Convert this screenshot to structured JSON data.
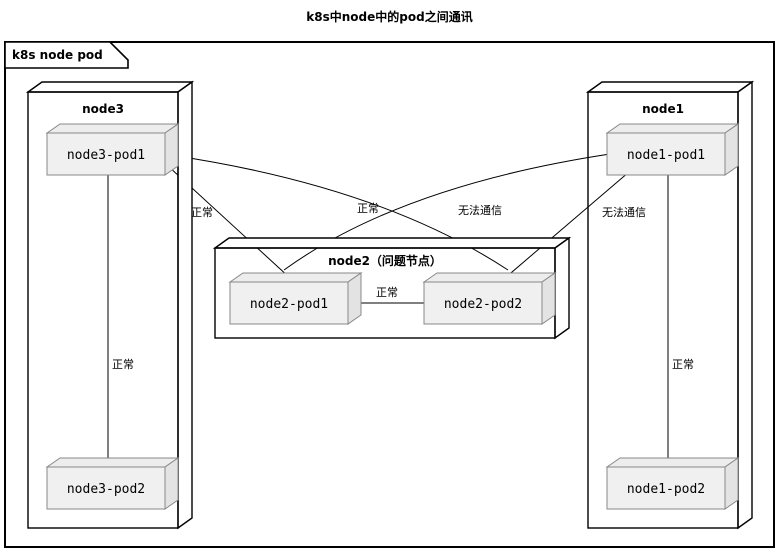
{
  "diagram": {
    "title": "k8s中node中的pod之间通讯",
    "frame_label": "k8s node pod",
    "colors": {
      "stroke": "#000000",
      "node_fill": "#ffffff",
      "pod_fill": "#f0f0f0",
      "pod_top_fill": "#ededed",
      "pod_side_fill": "#e3e3e3",
      "pod_stroke": "#888888",
      "background": "#ffffff"
    }
  },
  "nodes": [
    {
      "id": "node3",
      "label": "node3",
      "pods": [
        {
          "id": "node3-pod1",
          "label": "node3-pod1"
        },
        {
          "id": "node3-pod2",
          "label": "node3-pod2"
        }
      ]
    },
    {
      "id": "node2",
      "label": "node2（问题节点）",
      "pods": [
        {
          "id": "node2-pod1",
          "label": "node2-pod1"
        },
        {
          "id": "node2-pod2",
          "label": "node2-pod2"
        }
      ]
    },
    {
      "id": "node1",
      "label": "node1",
      "pods": [
        {
          "id": "node1-pod1",
          "label": "node1-pod1"
        },
        {
          "id": "node1-pod2",
          "label": "node1-pod2"
        }
      ]
    }
  ],
  "edges": [
    {
      "id": "edge-node3pod1-node3pod2",
      "from": "node3-pod1",
      "to": "node3-pod2",
      "label": "正常"
    },
    {
      "id": "edge-node3pod1-node2pod1",
      "from": "node3-pod1",
      "to": "node2-pod1",
      "label": "正常"
    },
    {
      "id": "edge-node3pod1-node2pod2",
      "from": "node3-pod1",
      "to": "node2-pod2",
      "label": "无法通信"
    },
    {
      "id": "edge-node2pod1-node2pod2",
      "from": "node2-pod1",
      "to": "node2-pod2",
      "label": "正常"
    },
    {
      "id": "edge-node1pod1-node2pod1",
      "from": "node1-pod1",
      "to": "node2-pod1",
      "label": "正常"
    },
    {
      "id": "edge-node1pod1-node2pod2",
      "from": "node1-pod1",
      "to": "node2-pod2",
      "label": "无法通信"
    },
    {
      "id": "edge-node1pod1-node1pod2",
      "from": "node1-pod1",
      "to": "node1-pod2",
      "label": "正常"
    }
  ],
  "edge_labels": {
    "node3_vertical": "正常",
    "node3pod1_to_node2pod1": "正常",
    "node1pod1_to_node2pod1": "正常",
    "node3pod1_to_node2pod2": "无法通信",
    "node1pod1_to_node2pod2": "无法通信",
    "node2_internal": "正常",
    "node1_vertical": "正常"
  }
}
